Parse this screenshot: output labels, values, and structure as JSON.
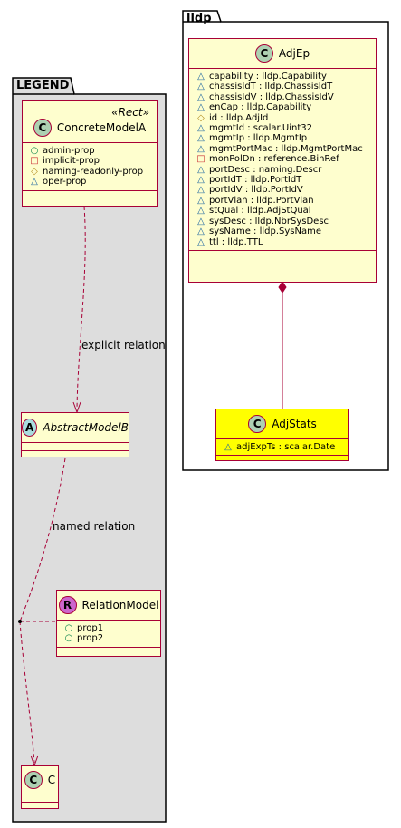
{
  "packages": {
    "lldp": {
      "name": "lldp"
    },
    "legend": {
      "name": "LEGEND",
      "stereotype": "«Rect»"
    }
  },
  "classes": {
    "adjep": {
      "name": "AdjEp",
      "kind": "C",
      "attributes": [
        {
          "vis": "package",
          "text": "capability : lldp.Capability"
        },
        {
          "vis": "package",
          "text": "chassisIdT : lldp.ChassisIdT"
        },
        {
          "vis": "package",
          "text": "chassisIdV : lldp.ChassisIdV"
        },
        {
          "vis": "package",
          "text": "enCap : lldp.Capability"
        },
        {
          "vis": "protected",
          "text": "id : lldp.AdjId"
        },
        {
          "vis": "package",
          "text": "mgmtId : scalar.Uint32"
        },
        {
          "vis": "package",
          "text": "mgmtIp : lldp.MgmtIp"
        },
        {
          "vis": "package",
          "text": "mgmtPortMac : lldp.MgmtPortMac"
        },
        {
          "vis": "private",
          "text": "monPolDn : reference.BinRef"
        },
        {
          "vis": "package",
          "text": "portDesc : naming.Descr"
        },
        {
          "vis": "package",
          "text": "portIdT : lldp.PortIdT"
        },
        {
          "vis": "package",
          "text": "portIdV : lldp.PortIdV"
        },
        {
          "vis": "package",
          "text": "portVlan : lldp.PortVlan"
        },
        {
          "vis": "package",
          "text": "stQual : lldp.AdjStQual"
        },
        {
          "vis": "package",
          "text": "sysDesc : lldp.NbrSysDesc"
        },
        {
          "vis": "package",
          "text": "sysName : lldp.SysName"
        },
        {
          "vis": "package",
          "text": "ttl : lldp.TTL"
        }
      ]
    },
    "adjstats": {
      "name": "AdjStats",
      "kind": "C",
      "attributes": [
        {
          "vis": "package",
          "text": "adjExpTs : scalar.Date"
        }
      ]
    },
    "concrete": {
      "name": "ConcreteModelA",
      "kind": "C",
      "attributes": [
        {
          "vis": "public",
          "text": "admin-prop"
        },
        {
          "vis": "private",
          "text": "implicit-prop"
        },
        {
          "vis": "protected",
          "text": "naming-readonly-prop"
        },
        {
          "vis": "package",
          "text": "oper-prop"
        }
      ]
    },
    "abstract": {
      "name": "AbstractModelB",
      "kind": "A"
    },
    "relation": {
      "name": "RelationModel",
      "kind": "R",
      "attributes": [
        {
          "vis": "public",
          "text": "prop1"
        },
        {
          "vis": "public",
          "text": "prop2"
        }
      ]
    },
    "c": {
      "name": "C",
      "kind": "C"
    }
  },
  "relations": {
    "explicit": "explicit relation",
    "named": "named relation"
  },
  "colors": {
    "class_fill": "#fefece",
    "class_border": "#a80036",
    "highlight_fill": "#ffff00",
    "legend_fill": "#dddddd"
  }
}
